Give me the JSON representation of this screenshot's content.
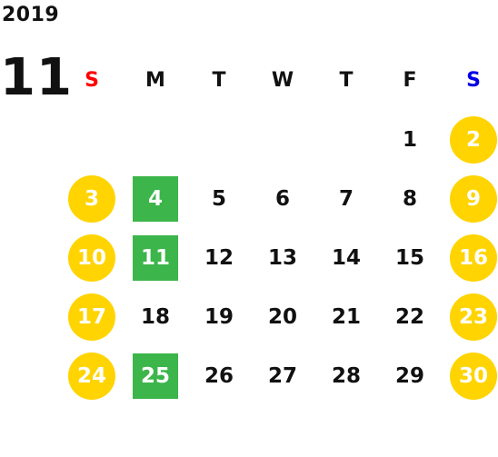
{
  "calendar": {
    "year": "2019",
    "month": "11",
    "weekday_headers": [
      "S",
      "M",
      "T",
      "W",
      "T",
      "F",
      "S"
    ],
    "colors": {
      "sunday_header": "#ff0000",
      "saturday_header": "#0000e6",
      "weekend_circle": "#ffd400",
      "highlight_square": "#3cb54a"
    },
    "weeks": [
      [
        "",
        "",
        "",
        "",
        "",
        "1",
        "2"
      ],
      [
        "3",
        "4",
        "5",
        "6",
        "7",
        "8",
        "9"
      ],
      [
        "10",
        "11",
        "12",
        "13",
        "14",
        "15",
        "16"
      ],
      [
        "17",
        "18",
        "19",
        "20",
        "21",
        "22",
        "23"
      ],
      [
        "24",
        "25",
        "26",
        "27",
        "28",
        "29",
        "30"
      ]
    ],
    "highlighted_days": [
      "4",
      "11",
      "25"
    ]
  }
}
